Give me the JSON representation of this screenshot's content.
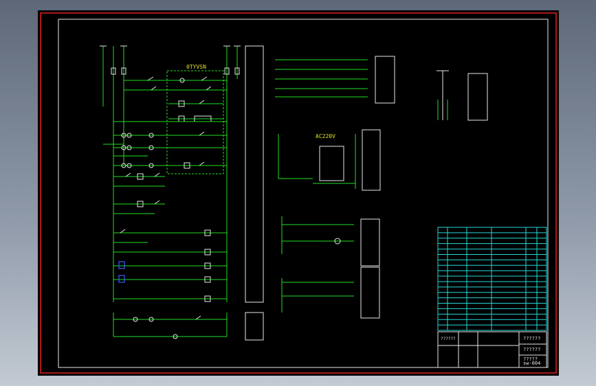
{
  "drawing": {
    "voltage_label_top": "0TYVSN",
    "voltage_label_ac": "AC220V",
    "drawing_number": "sw-004",
    "title_block_line1": "??????",
    "title_block_line2": "??????",
    "title_block_line3": "?????",
    "title_block_line4": "??????"
  },
  "colors": {
    "background": "#000000",
    "frame": "#e02020",
    "wires": "#1fe01f",
    "components": "#e8e8e8",
    "table": "#27d8d8"
  }
}
